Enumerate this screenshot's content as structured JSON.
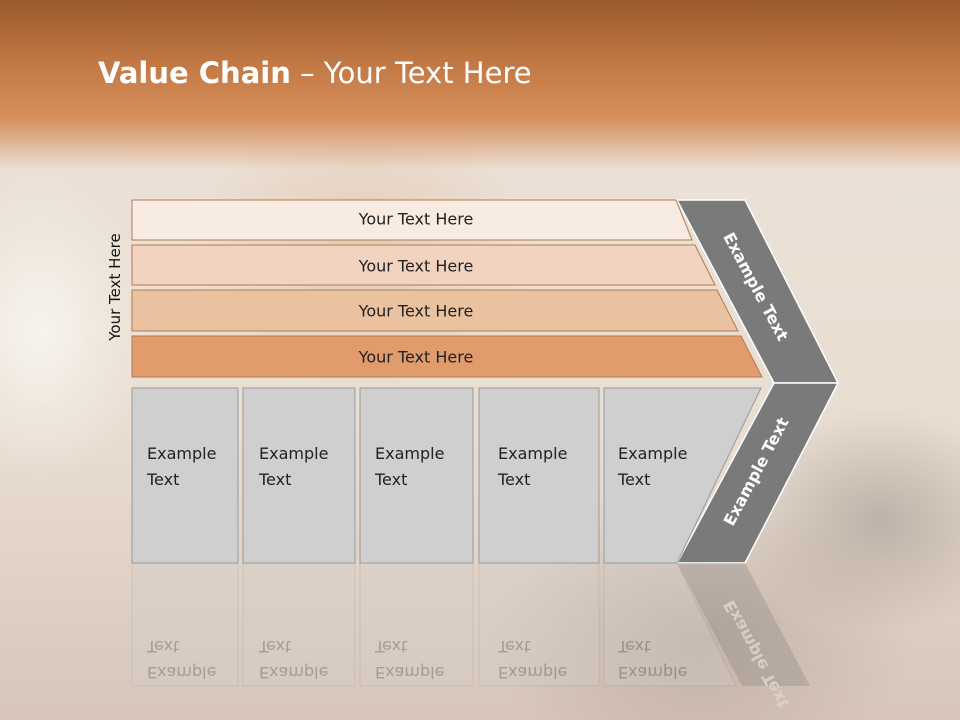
{
  "slide": {
    "title_bold": "Value Chain",
    "title_rest": " – Your Text Here",
    "side_label": "Your Text Here"
  },
  "bars": [
    {
      "label": "Your Text Here",
      "color": "#f7ebe2"
    },
    {
      "label": "Your Text Here",
      "color": "#f2d3bf"
    },
    {
      "label": "Your Text Here",
      "color": "#ebc29f"
    },
    {
      "label": "Your Text Here",
      "color": "#e29c6c"
    }
  ],
  "boxes": [
    {
      "line1": "Example",
      "line2": "Text"
    },
    {
      "line1": "Example",
      "line2": "Text"
    },
    {
      "line1": "Example",
      "line2": "Text"
    },
    {
      "line1": "Example",
      "line2": "Text"
    },
    {
      "line1": "Example",
      "line2": "Text"
    }
  ],
  "chevron": {
    "upper": "Example Text",
    "lower": "Example Text",
    "color": "#7a7a7a"
  },
  "colors": {
    "box_fill": "#cfcfcf",
    "box_stroke": "#9a9a9a",
    "bar_stroke": "#b07a55"
  }
}
